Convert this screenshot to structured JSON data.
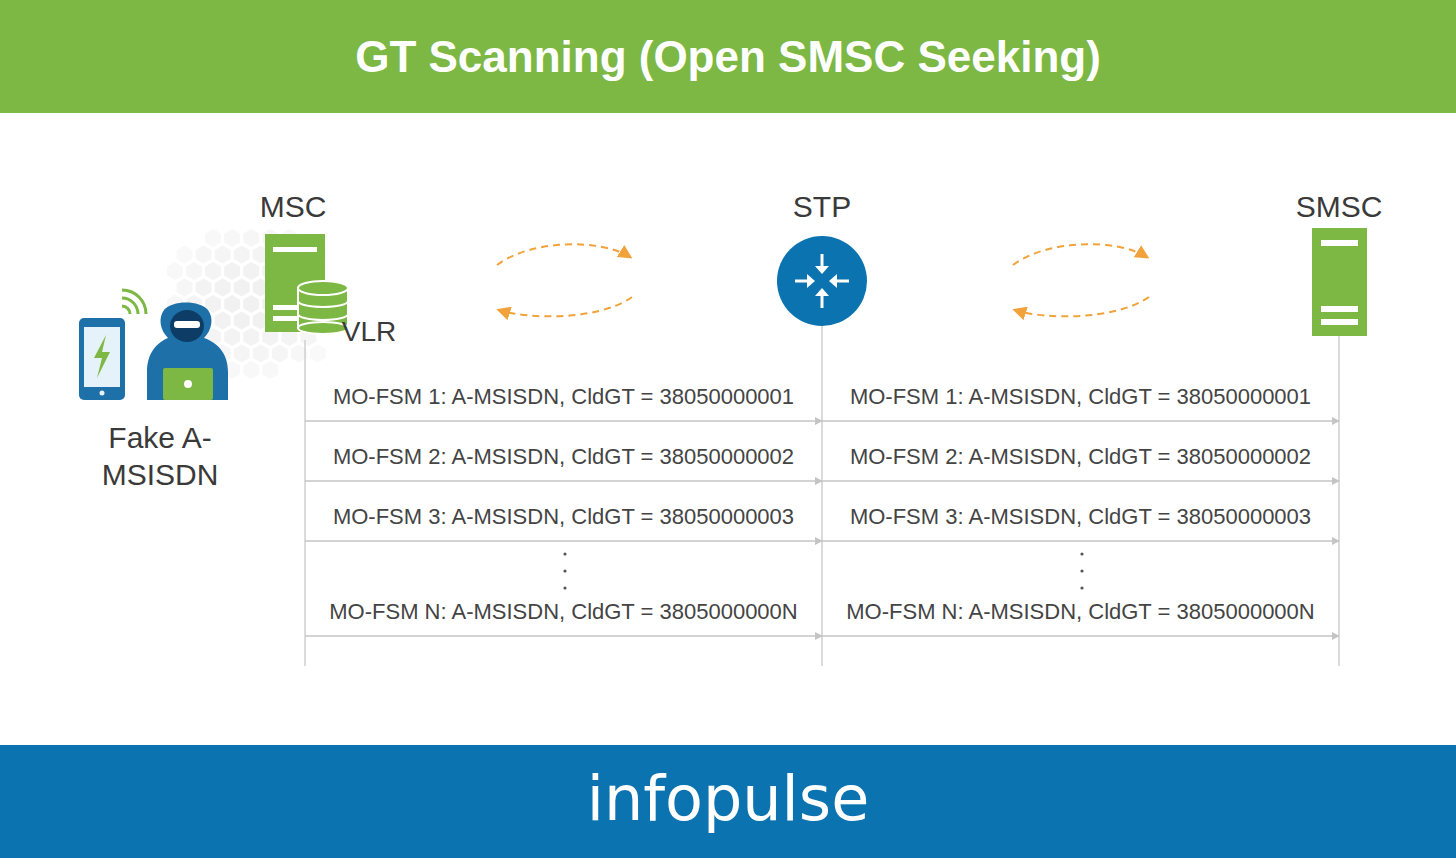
{
  "diagram": {
    "title": "GT Scanning (Open SMSC Seeking)",
    "nodes": [
      {
        "text": [
          "Fake A-MSISDN"
        ]
      },
      {
        "text": [
          "MSC"
        ]
      },
      {
        "text": [
          "VLR"
        ]
      },
      {
        "text": [
          "STP"
        ]
      },
      {
        "text": [
          "SMSC"
        ]
      }
    ],
    "edges": [
      {
        "from": 1,
        "to": 3,
        "arrow": "to",
        "label": "MO-FSM 1: A-MSISDN, CldGT = 38050000001"
      },
      {
        "from": 1,
        "to": 3,
        "arrow": "to",
        "label": "MO-FSM 2: A-MSISDN, CldGT = 38050000002"
      },
      {
        "from": 1,
        "to": 3,
        "arrow": "to",
        "label": "MO-FSM 3: A-MSISDN, CldGT = 38050000003"
      },
      {
        "from": 1,
        "to": 3,
        "arrow": "to",
        "label": "MO-FSM N: A-MSISDN, CldGT = 3805000000N"
      },
      {
        "from": 3,
        "to": 4,
        "arrow": "to",
        "label": "MO-FSM 1: A-MSISDN, CldGT = 38050000001"
      },
      {
        "from": 3,
        "to": 4,
        "arrow": "to",
        "label": "MO-FSM 2: A-MSISDN, CldGT = 38050000002"
      },
      {
        "from": 3,
        "to": 4,
        "arrow": "to",
        "label": "MO-FSM 3: A-MSISDN, CldGT = 38050000003"
      },
      {
        "from": 3,
        "to": 4,
        "arrow": "to",
        "label": "MO-FSM N: A-MSISDN, CldGT = 3805000000N"
      }
    ],
    "labels": [
      "infopulse"
    ]
  }
}
